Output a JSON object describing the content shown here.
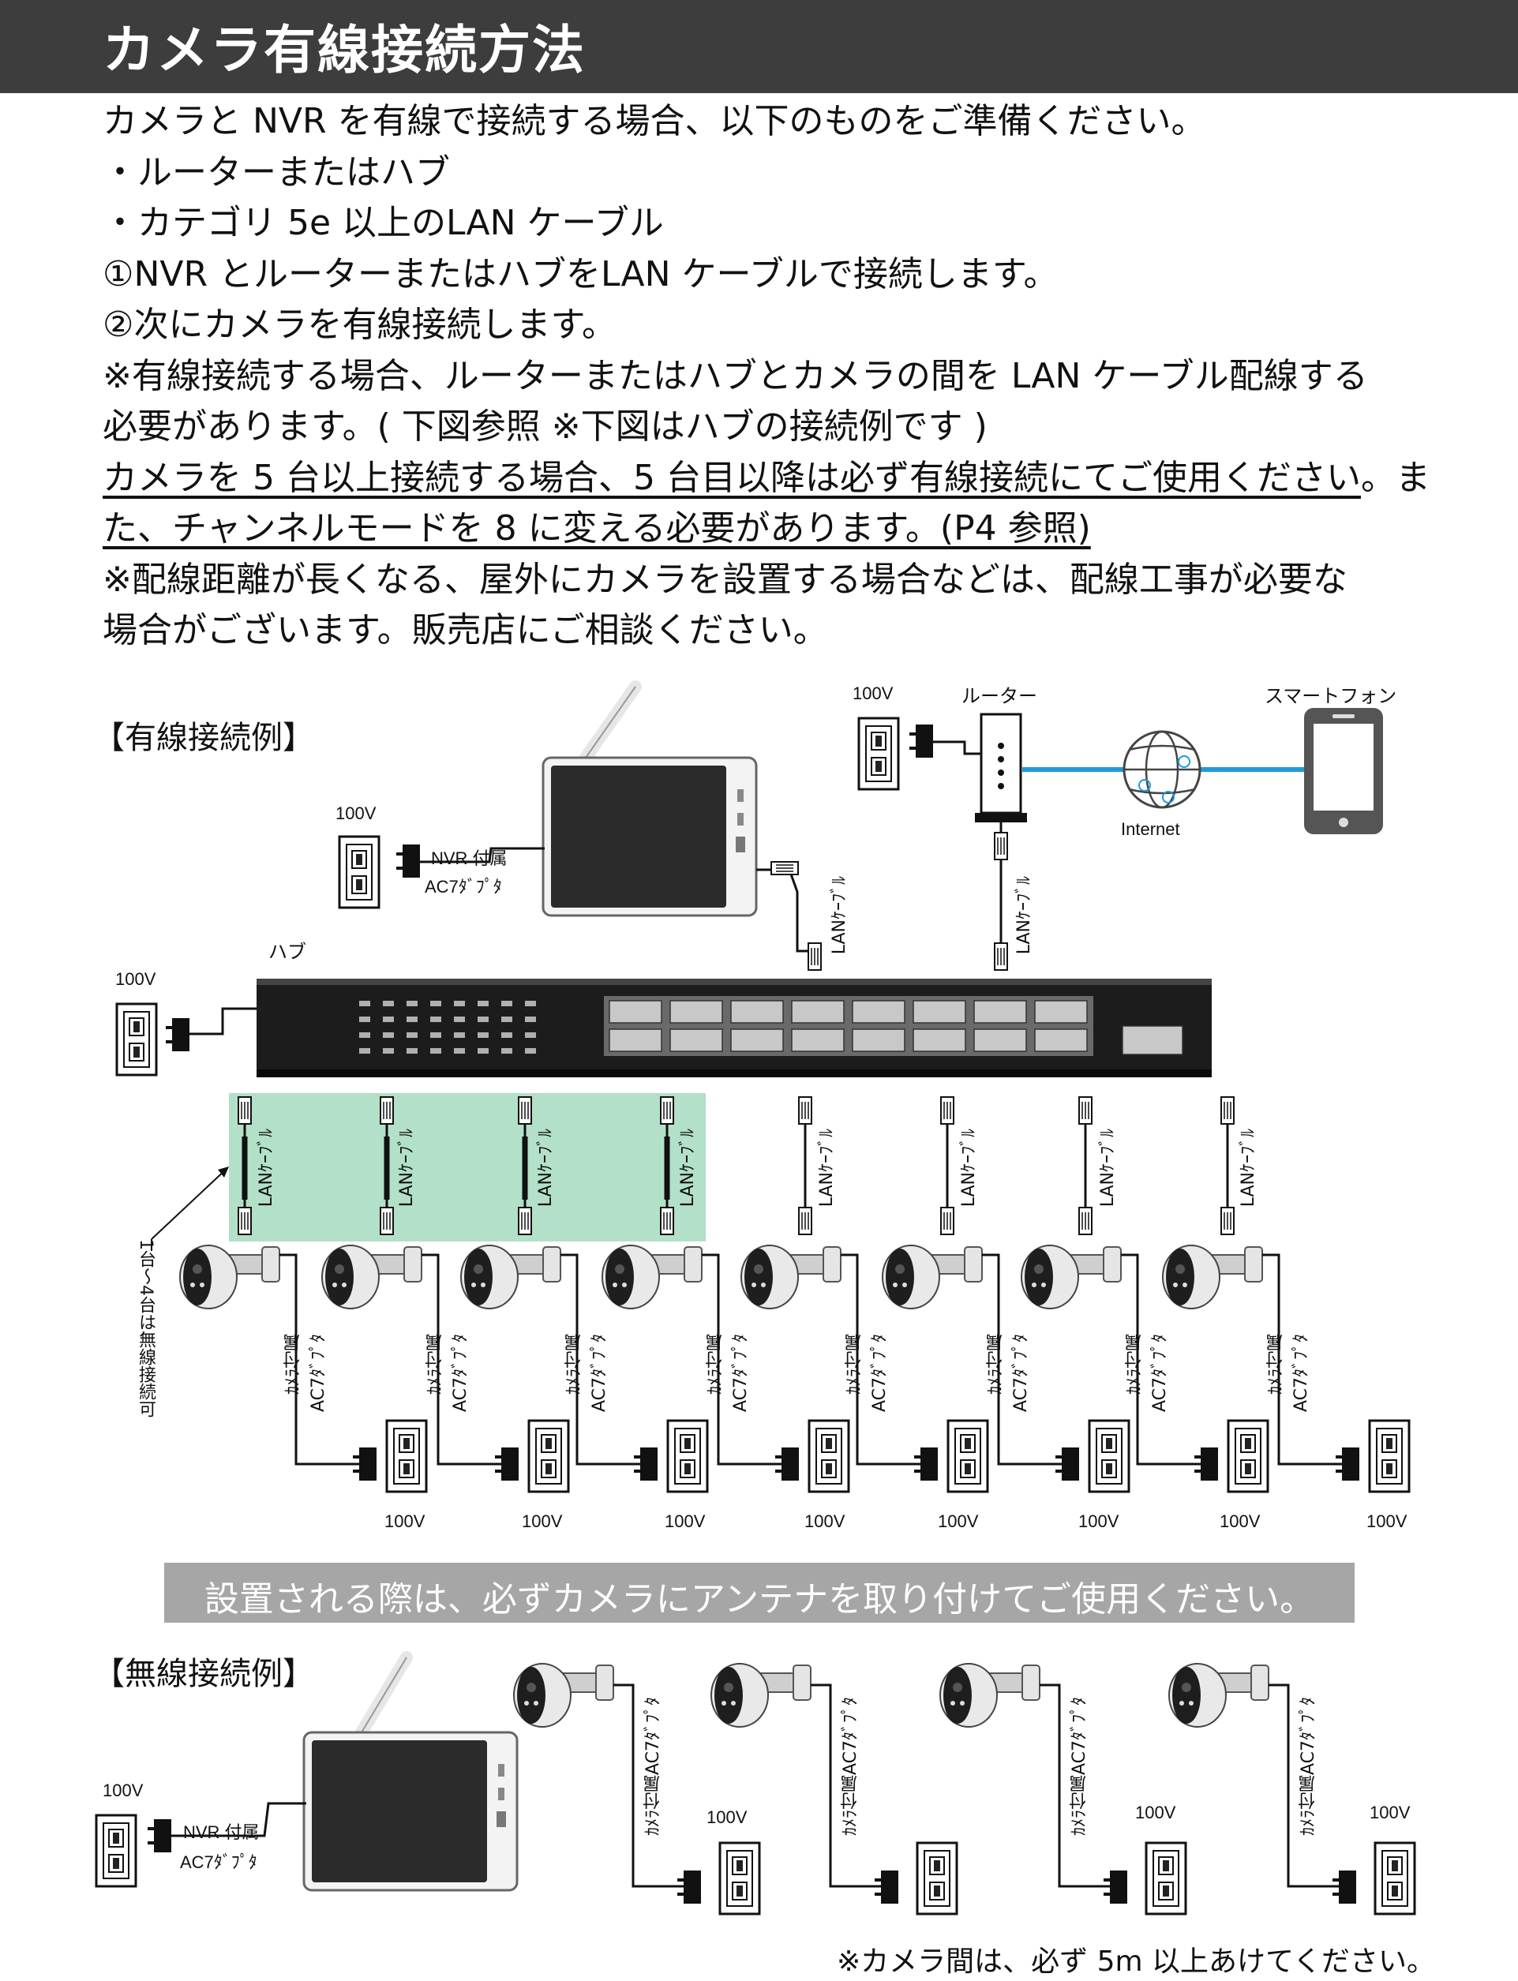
{
  "header": {
    "title": "カメラ有線接続方法"
  },
  "intro": {
    "l1": "カメラと NVR を有線で接続する場合、以下のものをご準備ください。",
    "l2": "・ルーターまたはハブ",
    "l3": "・カテゴリ 5e 以上のLAN ケーブル",
    "l4": "①NVR とルーターまたはハブをLAN ケーブルで接続します。",
    "l5": "②次にカメラを有線接続します。",
    "l6": "※有線接続する場合、ルーターまたはハブとカメラの間を LAN ケーブル配線する",
    "l7": "必要があります。( 下図参照 ※下図はハブの接続例です )",
    "l8u": "カメラを 5 台以上接続する場合、5 台目以降は必ず有線接続にてご使用ください",
    "l8r": "。ま",
    "l9": "た、チャンネルモードを 8 に変える必要があります。(P4 参照)",
    "l10": "※配線距離が長くなる、屋外にカメラを設置する場合などは、配線工事が必要な",
    "l11": "場合がございます。販売店にご相談ください。"
  },
  "wired": {
    "heading": "【有線接続例】",
    "volt": "100V",
    "router": "ルーター",
    "smartphone": "スマートフォン",
    "internet": "Internet",
    "hub": "ハブ",
    "nvr_adapter_1": "NVR 付属",
    "nvr_adapter_2": "AC7ﾀﾞﾌﾟﾀ",
    "lan": "LANｹｰﾌﾞﾙ",
    "cam_adapter_1": "ｶﾒﾗ付属",
    "cam_adapter_2": "AC7ﾀﾞﾌﾟﾀ",
    "wireless_note": "1台〜4台は無線接続可"
  },
  "notice": "設置される際は、必ずカメラにアンテナを取り付けてご使用ください。",
  "wireless": {
    "heading": "【無線接続例】",
    "volt": "100V",
    "nvr_adapter_1": "NVR 付属",
    "nvr_adapter_2": "AC7ﾀﾞﾌﾟﾀ",
    "cam_adapter": "ｶﾒﾗ付属AC7ﾀﾞﾌﾟﾀ"
  },
  "footnote": "※カメラ間は、必ず 5m 以上あけてください。",
  "colors": {
    "header_bg": "#3d3d3d",
    "notice_bg": "#a6a6a6",
    "highlight": "#b3e0c8",
    "net_line": "#1f9bd7"
  }
}
